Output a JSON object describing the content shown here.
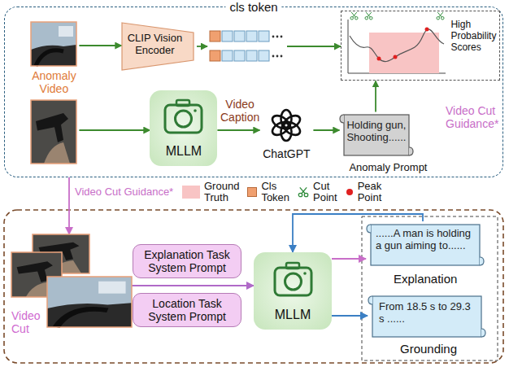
{
  "diagram": {
    "nodes": [
      {
        "text": [
          "cls token"
        ]
      },
      {
        "text": [
          "Anomaly Video"
        ],
        "in": 0
      },
      {
        "text": [
          "CLIP Vision Encoder"
        ],
        "in": 0
      },
      {
        "text": [
          "High Probability Scores"
        ],
        "in": 0
      },
      {
        "text": [
          "MLLM"
        ],
        "in": 0
      },
      {
        "text": [
          "ChatGPT"
        ],
        "in": 0
      },
      {
        "text": [
          "Holding gun, Shooting......",
          "Anomaly Prompt"
        ],
        "in": 0
      },
      {
        "text": [
          "Video Cut"
        ]
      },
      {
        "text": [
          "Explanation Task System Prompt"
        ]
      },
      {
        "text": [
          "Location Task System Prompt"
        ]
      },
      {
        "text": [
          "MLLM"
        ]
      },
      {
        "text": [
          "......A man is holding a gun aiming to......",
          "Explanation"
        ]
      },
      {
        "text": [
          "From 18.5 s to 29.3 s ......",
          "Grounding"
        ]
      }
    ],
    "edges": [
      {
        "from": 1,
        "to": 2,
        "arrow": "to"
      },
      {
        "from": 1,
        "to": 4,
        "arrow": "to"
      },
      {
        "from": 4,
        "to": 5,
        "label": "Video Caption",
        "arrow": "to"
      },
      {
        "from": 5,
        "to": 6,
        "arrow": "to"
      },
      {
        "from": 6,
        "to": 3,
        "arrow": "to"
      },
      {
        "from": 0,
        "to": 7,
        "label": "Video Cut Guidance*",
        "arrow": "to"
      },
      {
        "from": 7,
        "to": 10,
        "arrow": "to"
      },
      {
        "from": 10,
        "to": 11,
        "arrow": "to"
      },
      {
        "from": 10,
        "to": 12,
        "arrow": "to"
      },
      {
        "from": 11,
        "to": 10,
        "arrow": "to"
      }
    ],
    "labels": [
      "Video Cut Guidance*"
    ],
    "legend": [
      {
        "text": "Ground Truth",
        "color": "#f8c4c4"
      },
      {
        "text": "Cls Token",
        "color": "#f0a070"
      },
      {
        "text": "Cut Point"
      },
      {
        "text": "Peak Point"
      }
    ]
  }
}
